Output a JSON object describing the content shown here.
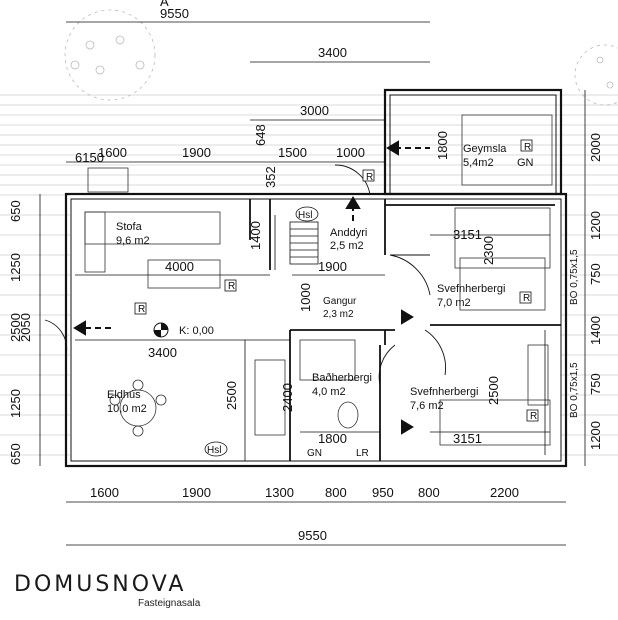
{
  "top": {
    "marker": "A",
    "total": "9550",
    "upper_right": "3400",
    "upper_mid": "3000"
  },
  "top_row": [
    "6150",
    "1600",
    "1900",
    "648",
    "1500",
    "1000"
  ],
  "top_row2": [
    "352"
  ],
  "left": [
    "650",
    "1250",
    "2500",
    "2050",
    "1250",
    "650"
  ],
  "right": [
    "2000",
    "1200",
    "750",
    "1400",
    "750",
    "1200"
  ],
  "bottom": [
    "1600",
    "1900",
    "1300",
    "800",
    "950",
    "800",
    "2200"
  ],
  "bottom_total": "9550",
  "rooms": {
    "storage": {
      "name": "Geymsla",
      "area": "5,4m2",
      "tag": "GN"
    },
    "living": {
      "name": "Stofa",
      "area": "9,6 m2"
    },
    "hall": {
      "name": "Anddyri",
      "area": "2,5 m2"
    },
    "bed1": {
      "name": "Svefnherbergi",
      "area": "7,0 m2"
    },
    "corridor": {
      "name": "Gangur",
      "area": "2,3 m2"
    },
    "bath": {
      "name": "Baðherbergi",
      "area": "4,0 m2"
    },
    "bed2": {
      "name": "Svefnherbergi",
      "area": "7,6 m2"
    },
    "kitchen": {
      "name": "Eldhús",
      "area": "10,0 m2"
    }
  },
  "inner": {
    "d1800": "1800",
    "d1400": "1400",
    "d4000": "4000",
    "d1900": "1900",
    "d3151a": "3151",
    "d2300": "2300",
    "d1000": "1000",
    "d3400": "3400",
    "d2500a": "2500",
    "d2400": "2400",
    "d1800b": "1800",
    "d2500b": "2500",
    "d3151b": "3151"
  },
  "labels": {
    "k": "K: 0,00",
    "hsl": "Hsl",
    "r": "R",
    "gn": "GN",
    "lr": "LR",
    "bo1": "BO 0,75x1,5",
    "bo2": "BO 0,75x1,5"
  },
  "brand": {
    "name": "DOMUSNOVA",
    "sub": "Fasteignasala"
  }
}
